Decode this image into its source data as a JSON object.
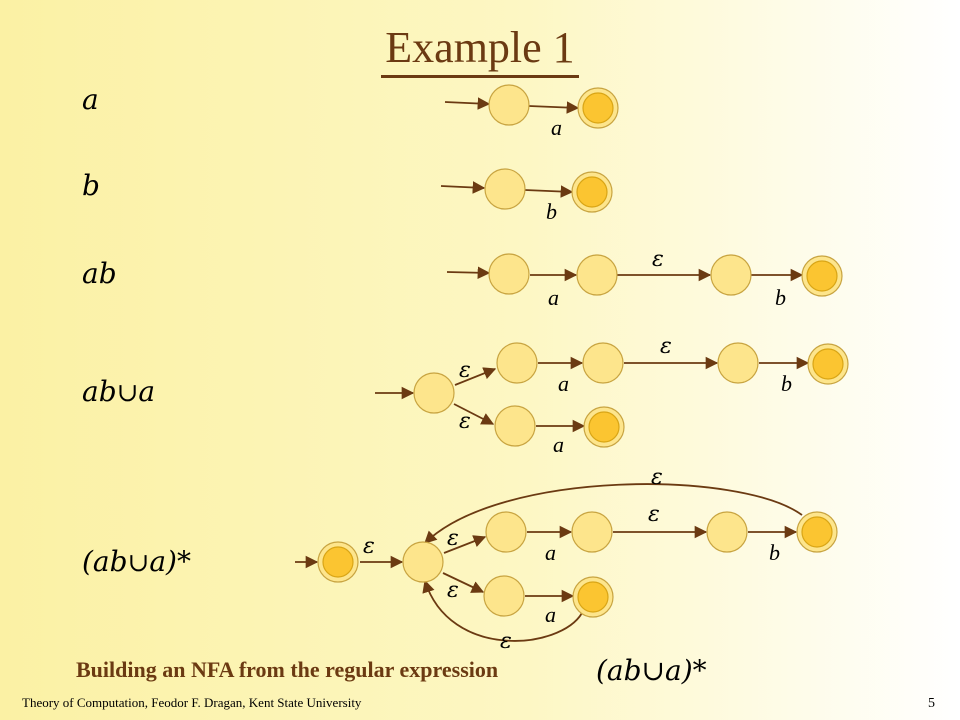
{
  "title": "Example 1",
  "expressions": [
    {
      "text": "a"
    },
    {
      "text": "b"
    },
    {
      "text": "ab"
    },
    {
      "pre": "ab",
      "op": "∪",
      "post": "a"
    },
    {
      "pre": "(ab",
      "op": "∪",
      "post": "a)*"
    }
  ],
  "symbols": {
    "a": "a",
    "b": "b",
    "epsilon": "ε"
  },
  "caption": "Building an NFA from the regular expression",
  "caption_expr": {
    "pre": "(ab",
    "op": "∪",
    "post": "a)*"
  },
  "footer": "Theory of Computation, Feodor F. Dragan, Kent State University",
  "page_number": "5",
  "colors": {
    "state_fill": "#fde58c",
    "accept_fill": "#fbc531",
    "edge": "#6b3a12",
    "title": "#6b3a12"
  }
}
